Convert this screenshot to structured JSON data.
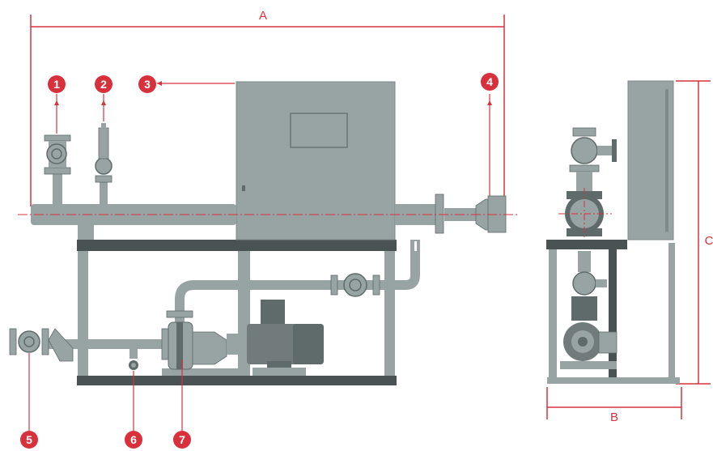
{
  "dimensions": {
    "a": "A",
    "b": "B",
    "c": "C"
  },
  "callouts": [
    "1",
    "2",
    "3",
    "4",
    "5",
    "6",
    "7"
  ],
  "colors": {
    "accent": "#d8313c",
    "equipment": "#98a3a4",
    "equipment_dark": "#5f6a6b",
    "frame": "#4a5354",
    "motor": "#727b7c"
  }
}
